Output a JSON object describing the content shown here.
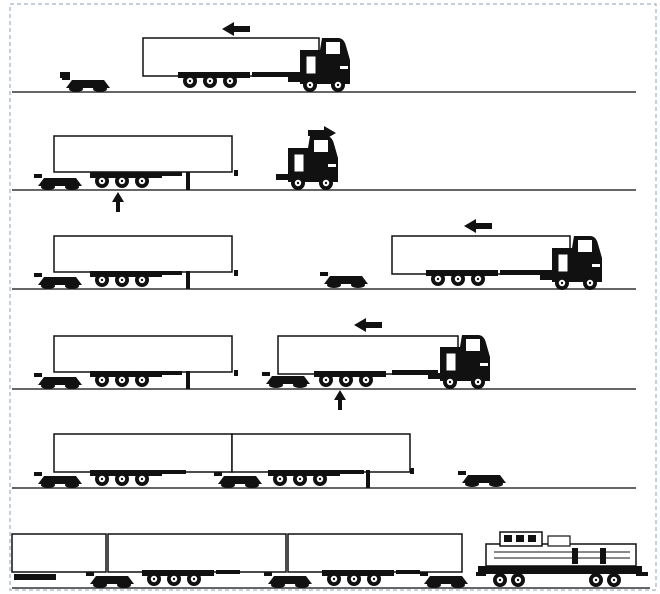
{
  "diagram": {
    "steps": [
      {
        "id": "step-1",
        "vehicles": [
          "bogie",
          "tractor-with-trailer"
        ],
        "motion": "left"
      },
      {
        "id": "step-2",
        "vehicles": [
          "trailer-on-bogie",
          "tractor"
        ],
        "motion": "right",
        "marker": "up-arrow"
      },
      {
        "id": "step-3",
        "vehicles": [
          "trailer-on-bogie",
          "bogie",
          "tractor-with-trailer"
        ],
        "motion": "left"
      },
      {
        "id": "step-4",
        "vehicles": [
          "trailer-on-bogie",
          "tractor-with-trailer-on-bogie"
        ],
        "motion": "left",
        "marker": "up-arrow"
      },
      {
        "id": "step-5",
        "vehicles": [
          "trailer-on-bogie",
          "trailer-on-bogie",
          "bogie"
        ]
      },
      {
        "id": "step-6",
        "vehicles": [
          "trailer-train",
          "locomotive"
        ]
      }
    ],
    "icons": [
      "arrow-left-icon",
      "arrow-right-icon",
      "arrow-up-icon",
      "locomotive-icon",
      "truck-cab-icon",
      "bogie-icon",
      "trailer-icon"
    ],
    "colors": {
      "ink": "#111111",
      "line": "#333333",
      "trailer_fill": "#ffffff",
      "frame": "#8aa0b8"
    }
  }
}
